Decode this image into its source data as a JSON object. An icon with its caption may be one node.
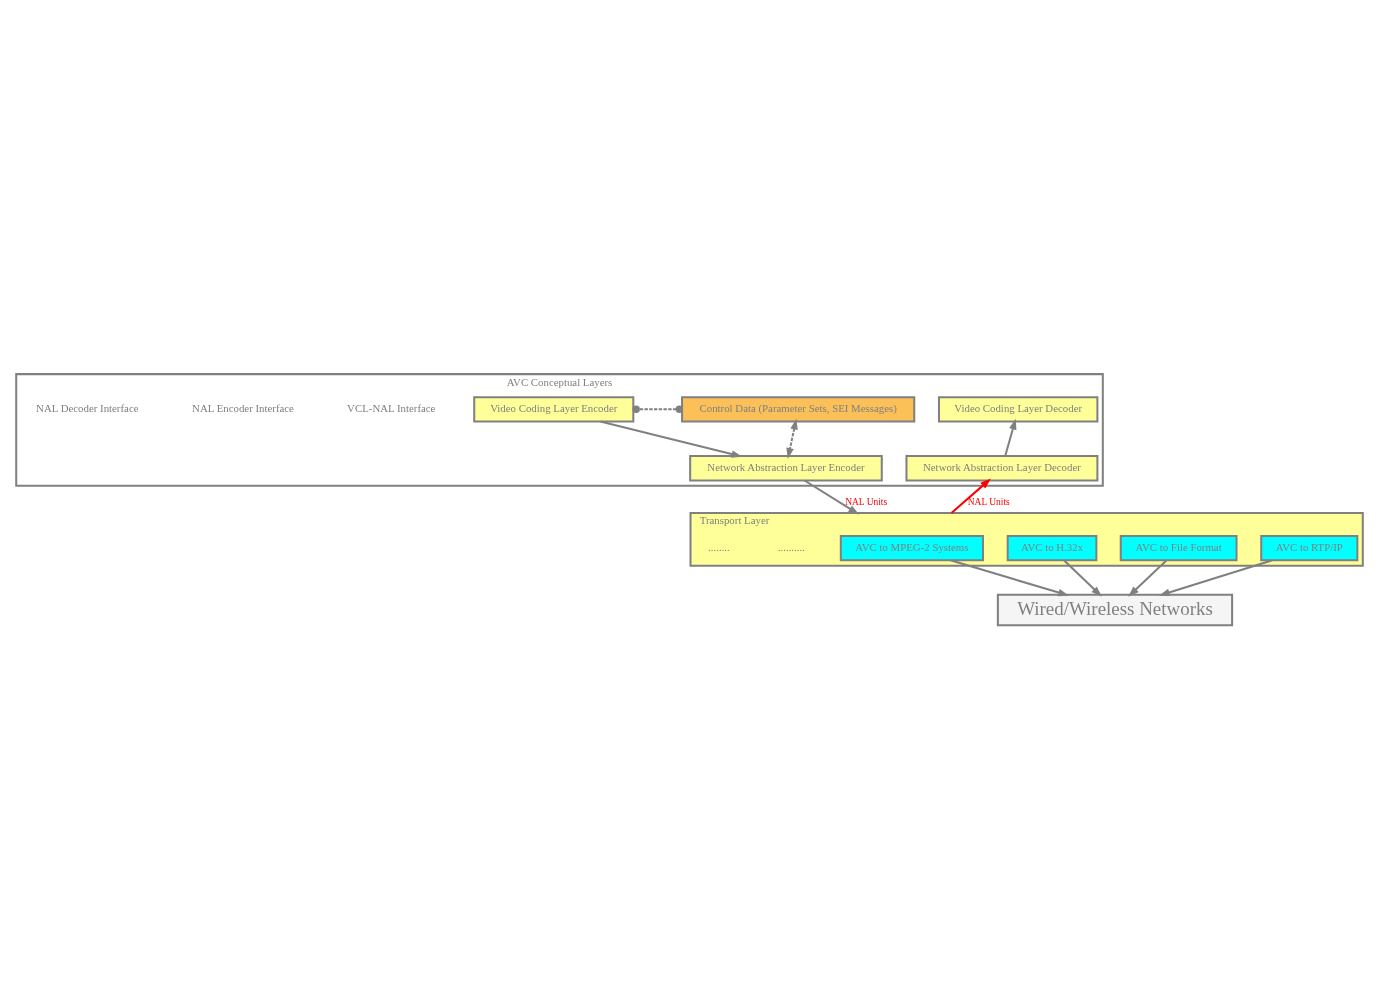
{
  "diagram": {
    "nodes": [
      {
        "text": [
          "AVC Conceptual Layers"
        ]
      },
      {
        "text": [
          "Control Data (Parameter Sets, SEI Messages)"
        ],
        "in": 0
      },
      {
        "text": [
          "Video Coding Layer Encoder"
        ],
        "in": 0
      },
      {
        "text": [
          "Video Coding Layer Decoder"
        ],
        "in": 0
      },
      {
        "text": [
          "Network Abstraction Layer Encoder"
        ],
        "in": 0
      },
      {
        "text": [
          "Network Abstraction Layer Decoder"
        ],
        "in": 0
      },
      {
        "text": [
          "Transport Layer"
        ]
      },
      {
        "text": [
          "AVC to MPEG-2 Systems"
        ],
        "in": 6
      },
      {
        "text": [
          "AVC to H.32x"
        ],
        "in": 6
      },
      {
        "text": [
          "AVC to File Format"
        ],
        "in": 6
      },
      {
        "text": [
          "AVC to RTP/IP"
        ],
        "in": 6
      },
      {
        "text": [
          "Wired/Wireless Networks"
        ]
      }
    ],
    "edges": [
      {
        "from": 1,
        "to": 2,
        "arrow": "other",
        "style": "dashed"
      },
      {
        "from": 4,
        "to": 1,
        "arrow": "both",
        "style": "dashed"
      },
      {
        "from": 2,
        "to": 4,
        "arrow": "to"
      },
      {
        "from": 5,
        "to": 3,
        "arrow": "to"
      },
      {
        "from": 4,
        "to": 6,
        "arrow": "to",
        "label": "NAL Units"
      },
      {
        "from": 6,
        "to": 5,
        "arrow": "to",
        "label": "NAL Units",
        "color": "#ff0000"
      },
      {
        "from": 7,
        "to": 11,
        "arrow": "to"
      },
      {
        "from": 8,
        "to": 11,
        "arrow": "to"
      },
      {
        "from": 9,
        "to": 11,
        "arrow": "to"
      },
      {
        "from": 10,
        "to": 11,
        "arrow": "to"
      }
    ],
    "labels": [
      "VCL-NAL Interface",
      "NAL Encoder Interface",
      "NAL Decoder Interface",
      "..........",
      "........"
    ]
  }
}
